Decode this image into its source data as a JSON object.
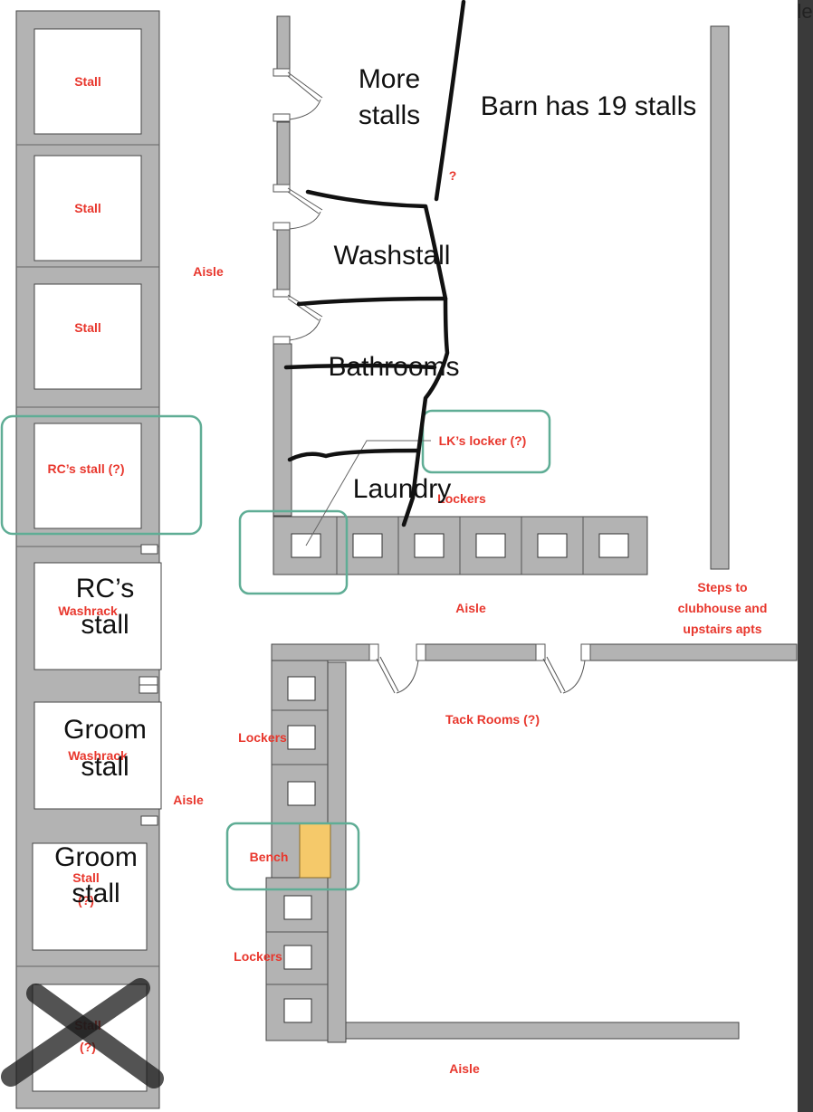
{
  "colors": {
    "wall": "#b3b3b3",
    "label_red": "#e8372d",
    "highlight": "#5fad95",
    "bench": "#f5c96a",
    "ink": "#111111",
    "dark_bar": "#3a3a3a"
  },
  "labels": {
    "stall_1": "Stall",
    "stall_2": "Stall",
    "stall_3": "Stall",
    "rc_stall": "RC’s stall (?)",
    "washrack_1": "Washrack",
    "washrack_2": "Washrack",
    "stall_q_1_a": "Stall",
    "stall_q_1_b": "(?)",
    "stall_q_2_a": "Stall",
    "stall_q_2_b": "(?)",
    "aisle_left_top": "Aisle",
    "aisle_left_mid": "Aisle",
    "aisle_middle": "Aisle",
    "aisle_bottom": "Aisle",
    "question_mark": "?",
    "lk_locker": "LK’s locker (?)",
    "lockers_top": "Lockers",
    "lockers_mid": "Lockers",
    "lockers_low": "Lockers",
    "tack_rooms": "Tack Rooms (?)",
    "steps_1": "Steps to",
    "steps_2": "clubhouse and",
    "steps_3": "upstairs apts",
    "bench": "Bench",
    "corner_text": "le"
  },
  "handwritten": {
    "more_stalls_1": "More",
    "more_stalls_2": "stalls",
    "barn_note": "Barn has 19 stalls",
    "washstall": "Washstall",
    "bathrooms": "Bathrooms",
    "laundry": "Laundry",
    "rcs_stall_1": "RC’s",
    "rcs_stall_2": "stall",
    "groom_stall_1_a": "Groom",
    "groom_stall_1_b": "stall",
    "groom_stall_2_a": "Groom",
    "groom_stall_2_b": "stall"
  }
}
